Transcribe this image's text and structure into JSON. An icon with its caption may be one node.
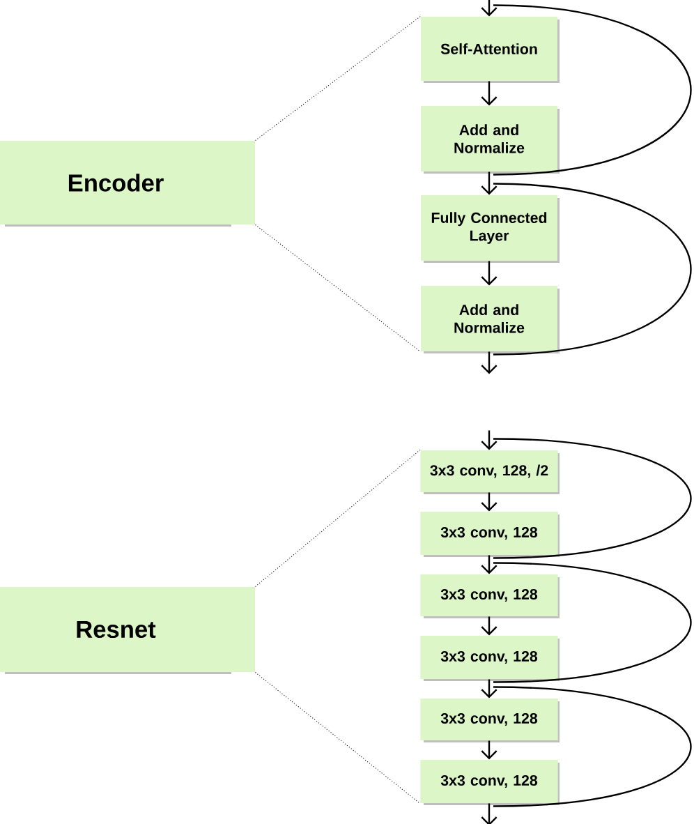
{
  "diagram": {
    "nodes": [
      {
        "text": [
          "Encoder"
        ]
      },
      {
        "text": [
          "Self-Attention"
        ]
      },
      {
        "text": [
          "Add and Normalize"
        ]
      },
      {
        "text": [
          "Fully Connected Layer"
        ]
      },
      {
        "text": [
          "Add and Normalize"
        ]
      },
      {
        "text": [
          "Resnet"
        ]
      },
      {
        "text": [
          "3x3 conv, 128, /2"
        ]
      },
      {
        "text": [
          "3x3 conv, 128"
        ]
      },
      {
        "text": [
          "3x3 conv, 128"
        ]
      },
      {
        "text": [
          "3x3 conv, 128"
        ]
      },
      {
        "text": [
          "3x3 conv, 128"
        ]
      },
      {
        "text": [
          "3x3 conv, 128"
        ]
      }
    ],
    "edges": [
      {
        "from": null,
        "to": 1,
        "arrow": "to"
      },
      {
        "from": 1,
        "to": 2,
        "arrow": "to"
      },
      {
        "from": 2,
        "to": 3,
        "arrow": "to"
      },
      {
        "from": 3,
        "to": 4,
        "arrow": "to"
      },
      {
        "from": 4,
        "to": null,
        "arrow": "to"
      },
      {
        "from": 1,
        "to": 2,
        "arrow": "none"
      },
      {
        "from": 3,
        "to": 4,
        "arrow": "none"
      },
      {
        "from": 0,
        "to": 1,
        "arrow": "none",
        "style": "dashed"
      },
      {
        "from": 0,
        "to": 4,
        "arrow": "none",
        "style": "dashed"
      },
      {
        "from": null,
        "to": 6,
        "arrow": "to"
      },
      {
        "from": 6,
        "to": 7,
        "arrow": "to"
      },
      {
        "from": 7,
        "to": 8,
        "arrow": "to"
      },
      {
        "from": 8,
        "to": 9,
        "arrow": "to"
      },
      {
        "from": 9,
        "to": 10,
        "arrow": "to"
      },
      {
        "from": 10,
        "to": 11,
        "arrow": "to"
      },
      {
        "from": 11,
        "to": null,
        "arrow": "to"
      },
      {
        "from": 6,
        "to": 7,
        "arrow": "none"
      },
      {
        "from": 8,
        "to": 9,
        "arrow": "none"
      },
      {
        "from": 10,
        "to": 11,
        "arrow": "none"
      },
      {
        "from": 5,
        "to": 6,
        "arrow": "none",
        "style": "dashed"
      },
      {
        "from": 5,
        "to": 11,
        "arrow": "none",
        "style": "dashed"
      }
    ]
  }
}
